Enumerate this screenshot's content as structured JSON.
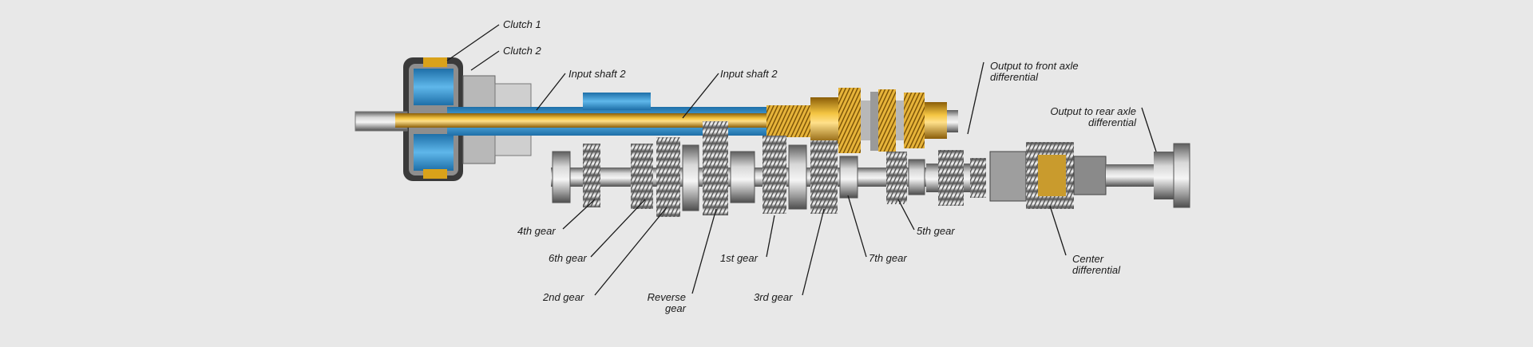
{
  "colors": {
    "background": "#e8e8e8",
    "shaft_gold": "#d9a21a",
    "housing_blue": "#3d9ad6",
    "steel": "#b8b8b8",
    "steel_dark": "#6a6a6a",
    "leader": "#1a1a1a"
  },
  "labels": {
    "clutch1": "Clutch 1",
    "clutch2": "Clutch 2",
    "input_shaft_2a": "Input shaft 2",
    "input_shaft_2b": "Input shaft 2",
    "front_output_line1": "Output to front axle",
    "front_output_line2": "differential",
    "rear_output_line1": "Output to rear axle",
    "rear_output_line2": "differential",
    "gear4": "4th gear",
    "gear6": "6th gear",
    "gear2": "2nd gear",
    "reverse_line1": "Reverse",
    "reverse_line2": "gear",
    "gear1": "1st gear",
    "gear3": "3rd gear",
    "gear7": "7th gear",
    "gear5": "5th gear",
    "center_diff_line1": "Center",
    "center_diff_line2": "differential"
  }
}
